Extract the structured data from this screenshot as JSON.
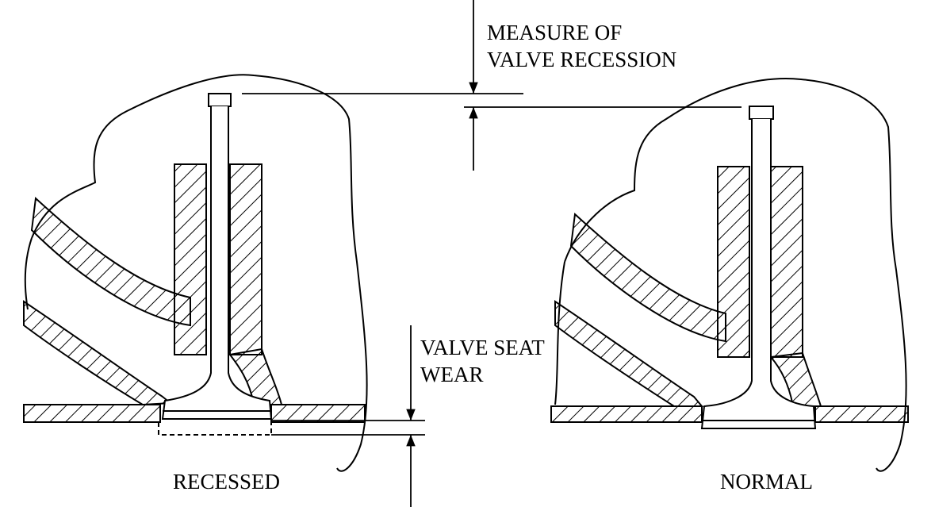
{
  "labels": {
    "measure_line1": "MEASURE OF",
    "measure_line2": "VALVE RECESSION",
    "seat_line1": "VALVE SEAT",
    "seat_line2": "WEAR",
    "recessed": "RECESSED",
    "normal": "NORMAL"
  },
  "colors": {
    "ink": "#000000",
    "paper": "#ffffff"
  }
}
